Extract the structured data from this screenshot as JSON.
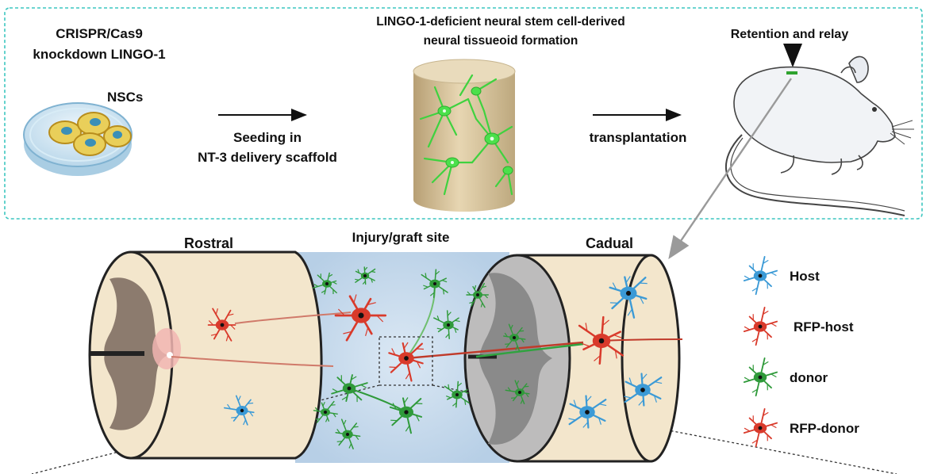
{
  "top_panel": {
    "step1_line1": "CRISPR/Cas9",
    "step1_line2": "knockdown LINGO-1",
    "dish_label": "NSCs",
    "arrow1_line1": "Seeding in",
    "arrow1_line2": "NT-3 delivery scaffold",
    "step2_line1": "LINGO-1-deficient neural stem cell-derived",
    "step2_line2": "neural tissueoid formation",
    "arrow2_label": "transplantation",
    "step3_label": "Retention and relay"
  },
  "bottom_panel": {
    "rostral_label": "Rostral",
    "graft_label": "Injury/graft site",
    "caudal_label": "Cadual"
  },
  "legend": [
    {
      "label": "Host",
      "color": "#3b9ad6"
    },
    {
      "label": "RFP-host",
      "color": "#d93a2b"
    },
    {
      "label": "donor",
      "color": "#2f9a3a"
    },
    {
      "label": "RFP-donor",
      "color": "#d93a2b"
    }
  ],
  "colors": {
    "panel_border": "#3cc6c0",
    "cord_fill": "#f3e6cc",
    "gray_matter": "#8c7b6e",
    "graft_bg": "#c9dced",
    "scaffold": "#d8c49c",
    "donor_green": "#3fd23f"
  }
}
